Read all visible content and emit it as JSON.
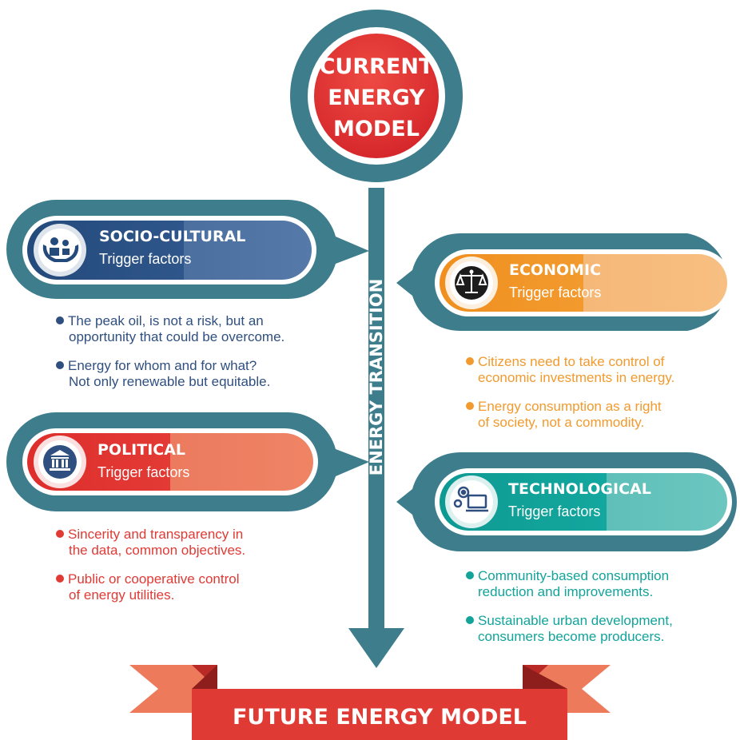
{
  "title": {
    "line1": "CURRENT",
    "line2": "ENERGY",
    "line3": "MODEL"
  },
  "transition_label": "ENERGY TRANSITION",
  "footer": "FUTURE ENERGY MODEL",
  "colors": {
    "frame": "#3e7d8c",
    "red": "#e03a35",
    "blue": "#2f4f80",
    "orange": "#f29a2e",
    "teal": "#12a39a",
    "salmon": "#ee7a5c"
  },
  "factors": {
    "socio": {
      "heading": "SOCIO-CULTURAL",
      "subtitle": "Trigger factors",
      "icon": "family-hands-icon",
      "bullets": [
        [
          "The peak oil, is not a risk, but an",
          "opportunity that could be overcome."
        ],
        [
          "Energy for whom and for what?",
          "Not only renewable but equitable."
        ]
      ]
    },
    "economic": {
      "heading": "ECONOMIC",
      "subtitle": "Trigger factors",
      "icon": "scales-icon",
      "bullets": [
        [
          "Citizens need to take control of",
          "economic investments in energy."
        ],
        [
          "Energy consumption as a right",
          "of society, not a commodity."
        ]
      ]
    },
    "political": {
      "heading": "POLITICAL",
      "subtitle": "Trigger factors",
      "icon": "government-building-icon",
      "bullets": [
        [
          "Sincerity and transparency in",
          "the data, common objectives."
        ],
        [
          "Public or cooperative control",
          "of energy utilities."
        ]
      ]
    },
    "technological": {
      "heading": "TECHNOLOGICAL",
      "subtitle": "Trigger factors",
      "icon": "gears-computer-icon",
      "bullets": [
        [
          "Community-based consumption",
          "reduction and improvements."
        ],
        [
          "Sustainable urban development,",
          "consumers become producers."
        ]
      ]
    }
  }
}
